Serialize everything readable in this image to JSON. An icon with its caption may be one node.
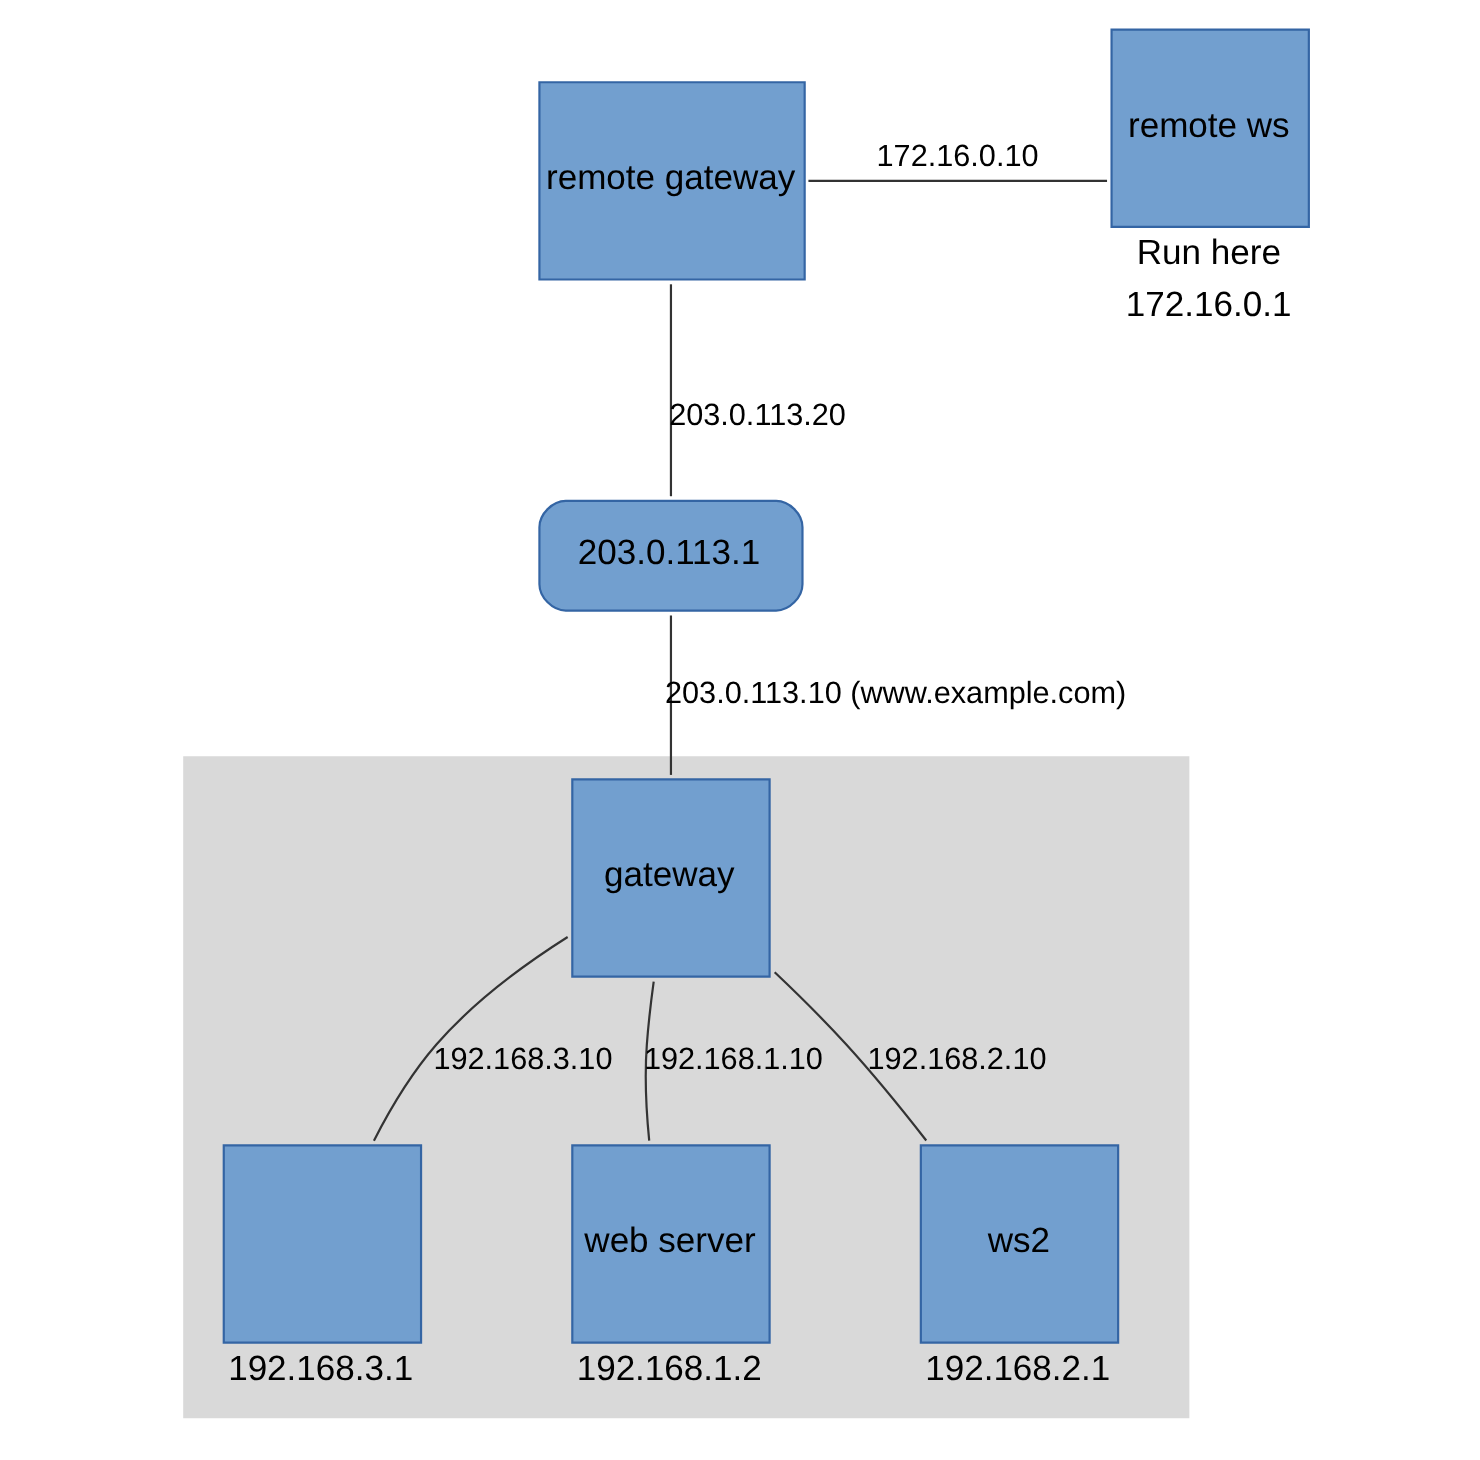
{
  "diagram": {
    "nodes": [
      {
        "text": [
          "remote gateway"
        ]
      },
      {
        "text": [
          "remote ws"
        ],
        "beside": [
          "Run here",
          "172.16.0.1"
        ]
      },
      {
        "text": [
          "203.0.113.1"
        ]
      },
      {
        "text": [],
        "shape": "box"
      },
      {
        "text": [
          "gateway"
        ],
        "in": 3
      },
      {
        "text": [],
        "shape": "box",
        "in": 3,
        "beside": [
          "192.168.3.1"
        ]
      },
      {
        "text": [
          "web server"
        ],
        "in": 3,
        "beside": [
          "192.168.1.2"
        ]
      },
      {
        "text": [
          "ws2"
        ],
        "in": 3,
        "beside": [
          "192.168.2.1"
        ]
      }
    ],
    "edges": [
      {
        "from": 0,
        "to": 1,
        "arrow": "none",
        "label": "172.16.0.10"
      },
      {
        "from": 0,
        "to": 2,
        "arrow": "none",
        "label": "203.0.113.20"
      },
      {
        "from": 2,
        "to": 4,
        "arrow": "none",
        "label": "203.0.113.10 (www.example.com)"
      },
      {
        "from": 4,
        "to": 5,
        "arrow": "none",
        "label": "192.168.3.10"
      },
      {
        "from": 4,
        "to": 6,
        "arrow": "none",
        "label": "192.168.1.10"
      },
      {
        "from": 4,
        "to": 7,
        "arrow": "none",
        "label": "192.168.2.10"
      }
    ]
  }
}
